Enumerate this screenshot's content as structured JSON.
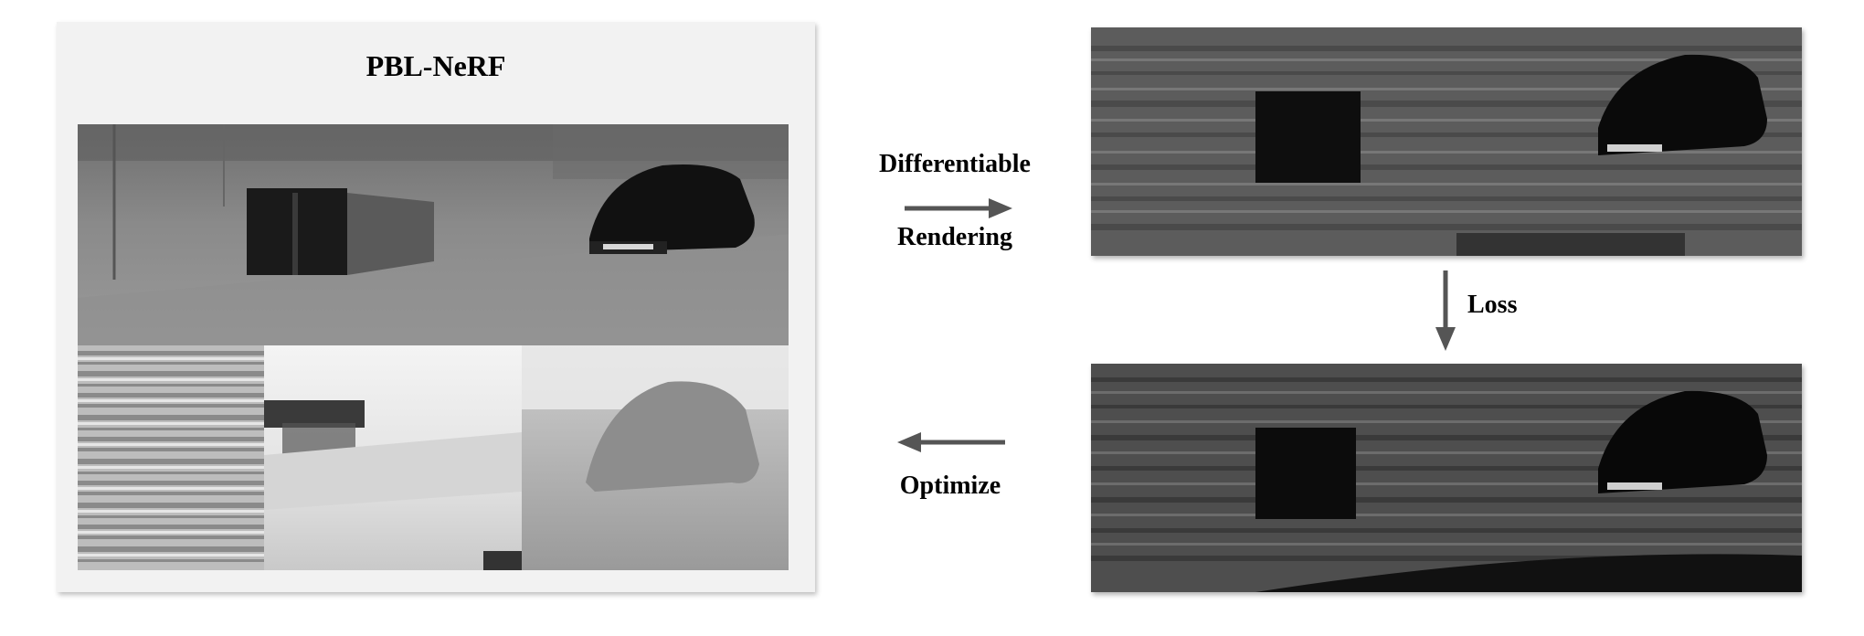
{
  "panel": {
    "title": "PBL-NeRF"
  },
  "labels": {
    "differentiable": "Differentiable",
    "rendering": "Rendering",
    "loss": "Loss",
    "optimize": "Optimize"
  },
  "colors": {
    "arrow": "#555555",
    "panel_bg": "#f2f2f2"
  }
}
